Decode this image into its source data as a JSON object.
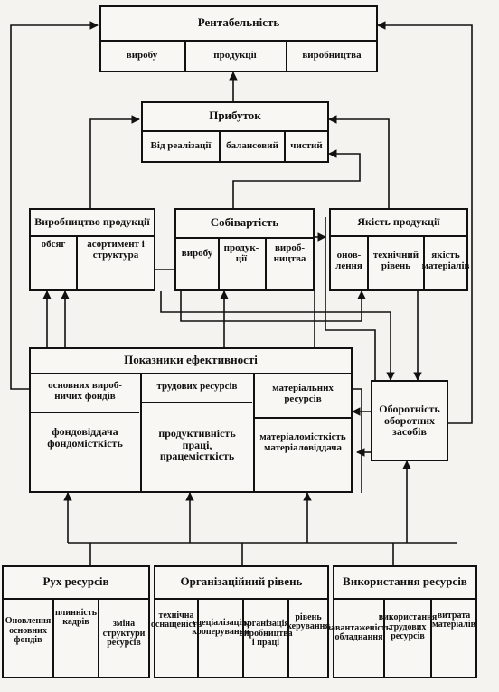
{
  "profitability": {
    "title": "Рентабельність",
    "items": [
      "виробу",
      "продукції",
      "виробництва"
    ]
  },
  "profit": {
    "title": "Прибуток",
    "items": [
      "Від реалізації",
      "балансовий",
      "чистий"
    ]
  },
  "production": {
    "title": "Виробництво продукції",
    "items": [
      "обсяг",
      "асортимент і структура"
    ]
  },
  "cost": {
    "title": "Собівартість",
    "items": [
      "виробу",
      "продук-ції",
      "вироб-ництва"
    ]
  },
  "quality": {
    "title": "Якість продукції",
    "items": [
      "онов-лення",
      "технічний рівень",
      "якість матеріалів"
    ]
  },
  "efficiency": {
    "title": "Показники ефективності",
    "columns": [
      {
        "head": "основних вироб-ничих фондів",
        "body": "фондовіддача фондомісткість"
      },
      {
        "head": "трудових ресурсів",
        "body": "продуктивність праці, працемісткість"
      },
      {
        "head": "матеріальних ресурсів",
        "body": "матеріаломісткість матеріаловіддача"
      }
    ]
  },
  "turnover": {
    "title": "Оборотність оборотних засобів"
  },
  "bottom": [
    {
      "title": "Рух ресурсів",
      "items": [
        "Оновлення основних фондів",
        "плинність кадрів",
        "зміна структури ресурсів"
      ]
    },
    {
      "title": "Організаційний рівень",
      "items": [
        "технічна оснащеність",
        "спеціалізація, кооперування",
        "організація виробництва і праці",
        "рівень керування"
      ]
    },
    {
      "title": "Використання ресурсів",
      "items": [
        "завантаженість обладнання",
        "використання трудових ресурсів",
        "витрата матеріалів"
      ]
    }
  ]
}
